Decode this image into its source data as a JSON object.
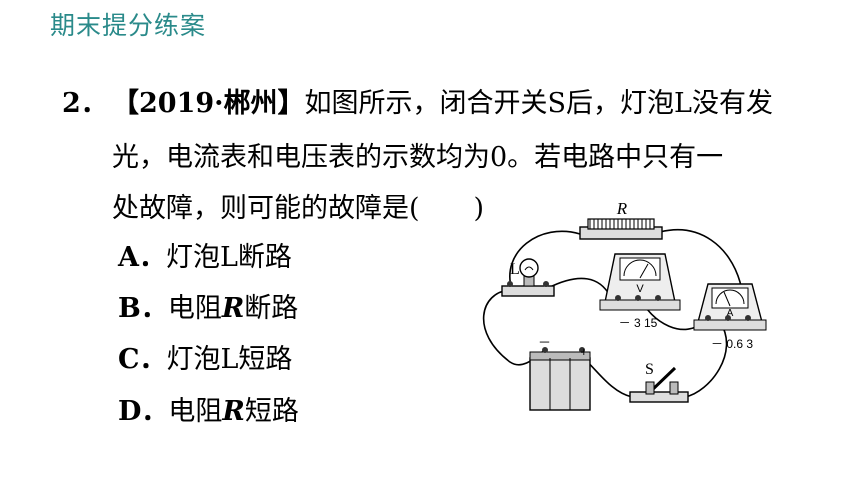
{
  "header": {
    "title": "期末提分练案"
  },
  "question": {
    "number": "2．",
    "source": "【2019·郴州】",
    "line1_rest": "如图所示，闭合开关S后，灯泡L没有发",
    "line2": "光，电流表和电压表的示数均为0。若电路中只有一",
    "line3": "处故障，则可能的故障是(　　)"
  },
  "options": [
    {
      "letter": "A．",
      "pre": "灯泡L断路",
      "var": "",
      "post": ""
    },
    {
      "letter": "B．",
      "pre": "电阻",
      "var": "R",
      "post": "断路"
    },
    {
      "letter": "C．",
      "pre": "灯泡L短路",
      "var": "",
      "post": ""
    },
    {
      "letter": "D．",
      "pre": "电阻",
      "var": "R",
      "post": "短路"
    }
  ],
  "figure": {
    "resistor_label": "R",
    "lamp_label": "L",
    "voltmeter_symbol": "V",
    "voltmeter_terminals": "－ 3 15",
    "ammeter_symbol": "A",
    "ammeter_terminals": "－ 0.6 3",
    "switch_label": "S",
    "battery_minus": "－",
    "battery_plus": "+"
  }
}
